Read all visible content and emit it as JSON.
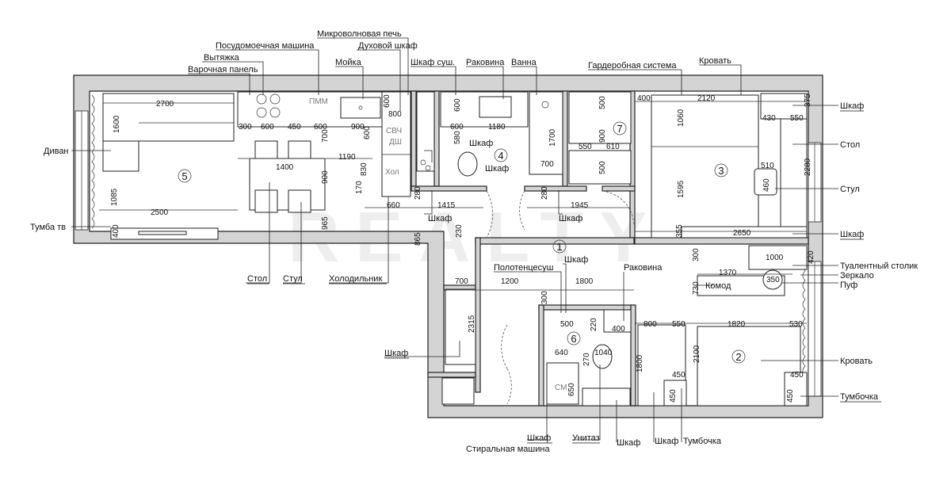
{
  "labels": {
    "mikrovolnovaya": "Микроволновая печь",
    "duhovoy": "Духовой шкаф",
    "posudomoechnaya": "Посудомоечная машина",
    "vytyazhka": "Вытяжка",
    "varochnaya": "Варочная панель",
    "moyka": "Мойка",
    "shkaf_sush": "Шкаф суш.",
    "rakovina_top": "Раковина",
    "vanna": "Ванна",
    "garderob": "Гардеробная система",
    "krovat_top": "Кровать",
    "shkaf_r1": "Шкаф",
    "stol_r": "Стол",
    "stul_r": "Стул",
    "shkaf_r2": "Шкаф",
    "tualetny": "Туалентный столик",
    "zerkalo": "Зеркало",
    "puf": "Пуф",
    "krovat_r": "Кровать",
    "tumbochka_r": "Тумбочка",
    "divan": "Диван",
    "tumba_tv": "Тумба тв",
    "stol_b": "Стол",
    "stul_b": "Стул",
    "holodilnik": "Холодильник",
    "polotencesush": "Полотенцесуш",
    "shkaf_mid": "Шкаф",
    "rakovina_mid": "Раковина",
    "komod": "Комод",
    "shkaf_l": "Шкаф",
    "shkaf_b1": "Шкаф",
    "stiralnaya": "Стиральная машина",
    "unitaz": "Унитаз",
    "shkaf_b2": "Шкаф",
    "shkaf_b3": "Шкаф",
    "tumbochka_b": "Тумбочка",
    "shkaf_bath1": "Шкаф",
    "shkaf_bath2": "Шкаф",
    "shkaf_hall1": "Шкаф",
    "shkaf_hall2": "Шкаф"
  },
  "equipment": {
    "pmm": "ПММ",
    "svch": "СВЧ",
    "dsh": "ДШ",
    "hol": "Хол",
    "sm": "СМ"
  },
  "rooms": [
    "1",
    "2",
    "3",
    "4",
    "5",
    "6",
    "7"
  ],
  "dims": {
    "d2700": "2700",
    "d1600": "1600",
    "d300": "300",
    "d600a": "600",
    "d450": "450",
    "d600b": "600",
    "d900a": "900",
    "d600c": "600",
    "d800": "800",
    "d1400": "1400",
    "d1190": "1190",
    "d700a": "700",
    "d600v": "600",
    "d900v": "900",
    "d830": "830",
    "d170": "170",
    "d965": "965",
    "d1085": "1085",
    "d2500": "2500",
    "d400": "400",
    "d660": "660",
    "d1415": "1415",
    "d280a": "280",
    "d865": "865",
    "d230": "230",
    "d600t": "600",
    "d1180": "1180",
    "d580": "580",
    "d1700": "1700",
    "d700b": "700",
    "d500a": "500",
    "d550a": "550",
    "d610": "610",
    "d900c": "900",
    "d500b": "500",
    "d280b": "280",
    "d1945": "1945",
    "d400b": "400",
    "d2120": "2120",
    "d375": "375",
    "d1060": "1060",
    "d430": "430",
    "d550b": "550",
    "d510": "510",
    "d2280": "2280",
    "d460": "460",
    "d1595": "1595",
    "d355": "355",
    "d2650": "2650",
    "d300b": "300",
    "d1000": "1000",
    "d420": "420",
    "d1370": "1370",
    "d730": "730",
    "d350": "350",
    "d700c": "700",
    "d1200": "1200",
    "d1800a": "1800",
    "d300c": "300",
    "d500c": "500",
    "d220": "220",
    "d400c": "400",
    "d2315": "2315",
    "d640": "640",
    "d1040": "1040",
    "d270": "270",
    "d650": "650",
    "d800b": "800",
    "d550c": "550",
    "d1820": "1820",
    "d530": "530",
    "d1800b": "1800",
    "d2100": "2100",
    "d450b": "450",
    "d450c": "450",
    "d450d": "450",
    "d450e": "450"
  },
  "watermark": "REALTY"
}
